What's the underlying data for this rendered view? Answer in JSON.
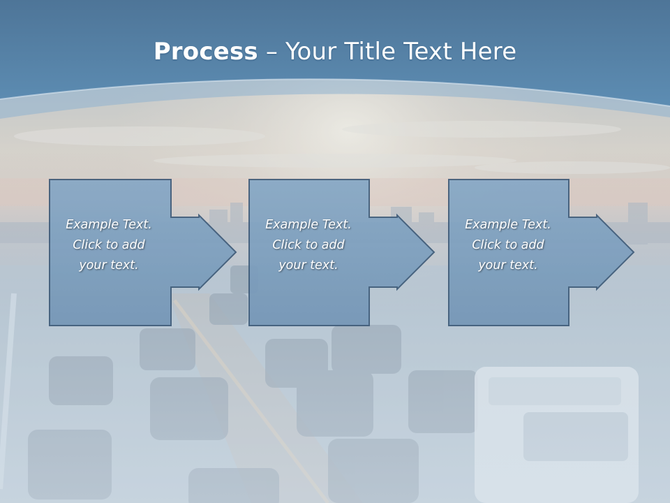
{
  "slide": {
    "title_bold": "Process",
    "title_rest": " – Your Title Text Here"
  },
  "steps": [
    {
      "line1": "Example Text.",
      "line2": "Click  to add",
      "line3": "your text."
    },
    {
      "line1": "Example Text.",
      "line2": "Click  to add",
      "line3": "your text."
    },
    {
      "line1": "Example Text.",
      "line2": "Click  to add",
      "line3": "your text."
    }
  ],
  "colors": {
    "header_blue": "#4f80a6",
    "box_fill": "#7a9fbf",
    "box_border": "#3c5a78",
    "title_text": "#ffffff"
  }
}
